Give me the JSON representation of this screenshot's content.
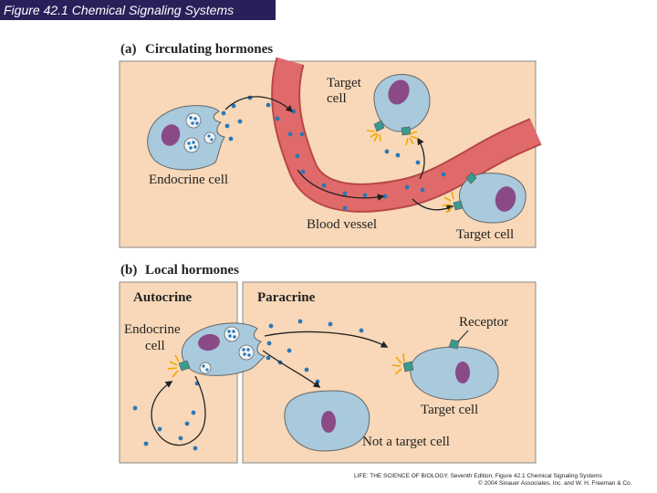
{
  "title": "Figure 42.1  Chemical Signaling Systems",
  "panel_a": {
    "letter": "(a)",
    "heading": "Circulating hormones",
    "labels": {
      "target_cell_top_line1": "Target",
      "target_cell_top_line2": "cell",
      "endocrine_cell": "Endocrine cell",
      "blood_vessel": "Blood vessel",
      "target_cell_bottom": "Target cell"
    }
  },
  "panel_b": {
    "letter": "(b)",
    "heading": "Local hormones",
    "autocrine": {
      "heading": "Autocrine",
      "endocrine_line1": "Endocrine",
      "endocrine_line2": "cell"
    },
    "paracrine": {
      "heading": "Paracrine",
      "receptor": "Receptor",
      "target_cell": "Target cell",
      "not_target": "Not a target cell"
    }
  },
  "credit": {
    "line1": "LIFE: THE SCIENCE OF BIOLOGY, Seventh Edition, Figure 42.1 Chemical Signaling Systems",
    "line2": "© 2004 Sinauer Associates, Inc. and W. H. Freeman & Co."
  },
  "colors": {
    "title_bar": "#2b1f5a",
    "panel_fill": "#f8d8b8",
    "cell_fill": "#a9c9dc",
    "nucleus": "#8a4a86",
    "vessel": "#e06a6a",
    "hormone_dot": "#2a78b8",
    "receptor": "#3a9a90",
    "spark": "#f2a800"
  },
  "icons": [
    "endocrine-cell-icon",
    "target-cell-icon",
    "blood-vessel-icon",
    "hormone-molecule-icon",
    "receptor-icon",
    "binding-spark-icon"
  ]
}
